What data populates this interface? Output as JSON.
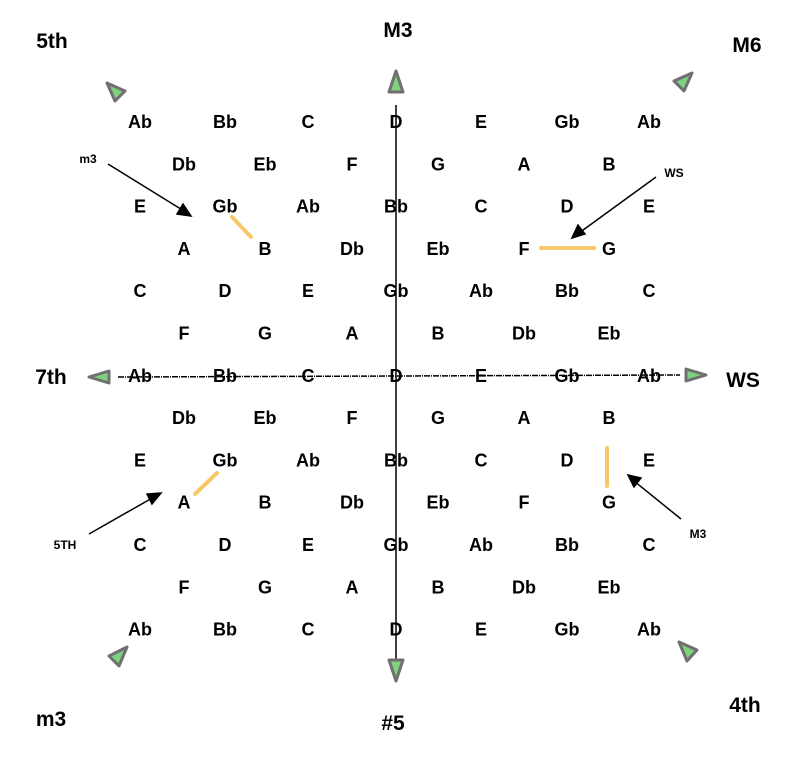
{
  "grid": {
    "rows": [
      [
        "Ab",
        "Bb",
        "C",
        "D",
        "E",
        "Gb",
        "Ab"
      ],
      [
        "Db",
        "Eb",
        "F",
        "G",
        "A",
        "B"
      ],
      [
        "E",
        "Gb",
        "Ab",
        "Bb",
        "C",
        "D",
        "E"
      ],
      [
        "A",
        "B",
        "Db",
        "Eb",
        "F",
        "G"
      ],
      [
        "C",
        "D",
        "E",
        "Gb",
        "Ab",
        "Bb",
        "C"
      ],
      [
        "F",
        "G",
        "A",
        "B",
        "Db",
        "Eb"
      ],
      [
        "Ab",
        "Bb",
        "C",
        "D",
        "E",
        "Gb",
        "Ab"
      ],
      [
        "Db",
        "Eb",
        "F",
        "G",
        "A",
        "B"
      ],
      [
        "E",
        "Gb",
        "Ab",
        "Bb",
        "C",
        "D",
        "E"
      ],
      [
        "A",
        "B",
        "Db",
        "Eb",
        "F",
        "G"
      ],
      [
        "C",
        "D",
        "E",
        "Gb",
        "Ab",
        "Bb",
        "C"
      ],
      [
        "F",
        "G",
        "A",
        "B",
        "Db",
        "Eb"
      ],
      [
        "Ab",
        "Bb",
        "C",
        "D",
        "E",
        "Gb",
        "Ab"
      ]
    ]
  },
  "directions": {
    "top": "M3",
    "bottom": "#5",
    "left": "7th",
    "right": "WS",
    "top_left": "5th",
    "top_right": "M6",
    "bottom_left": "m3",
    "bottom_right": "4th"
  },
  "callouts": {
    "upper_left": "m3",
    "upper_right": "WS",
    "lower_left": "5TH",
    "lower_right": "M3"
  },
  "colors": {
    "text": "#000000",
    "highlight": "#f5c96a",
    "arrowhead_fill": "#7fd07f",
    "arrowhead_stroke": "#707070",
    "axis": "#000000"
  }
}
